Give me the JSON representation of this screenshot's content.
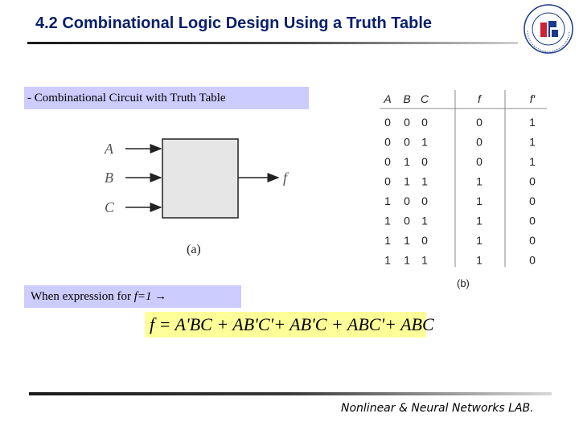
{
  "slide": {
    "title": "4.2 Combinational Logic Design Using a Truth Table",
    "logo_text": "HONGIK UNIVERSITY",
    "header_box": "- Combinational Circuit with Truth Table",
    "diagram": {
      "inputs": [
        "A",
        "B",
        "C"
      ],
      "output": "f",
      "caption": "(a)"
    },
    "truth_table": {
      "headers": [
        "A",
        "B",
        "C",
        "f",
        "f′"
      ],
      "rows": [
        [
          "0",
          "0",
          "0",
          "0",
          "1"
        ],
        [
          "0",
          "0",
          "1",
          "0",
          "1"
        ],
        [
          "0",
          "1",
          "0",
          "0",
          "1"
        ],
        [
          "0",
          "1",
          "1",
          "1",
          "0"
        ],
        [
          "1",
          "0",
          "0",
          "1",
          "0"
        ],
        [
          "1",
          "0",
          "1",
          "1",
          "0"
        ],
        [
          "1",
          "1",
          "0",
          "1",
          "0"
        ],
        [
          "1",
          "1",
          "1",
          "1",
          "0"
        ]
      ],
      "caption": "(b)"
    },
    "expression_label": {
      "prefix": "When expression for ",
      "var": "f=1",
      "arrow": "→"
    },
    "equation": "f = A'BC + AB'C'+ AB'C + ABC'+ ABC",
    "footer": "Nonlinear & Neural Networks LAB.",
    "colors": {
      "title": "#0a1f6b",
      "label_box": "#ccccff",
      "equation_box": "#ffff99",
      "logo_blue": "#1a3a8a",
      "logo_red": "#cc2233"
    }
  }
}
